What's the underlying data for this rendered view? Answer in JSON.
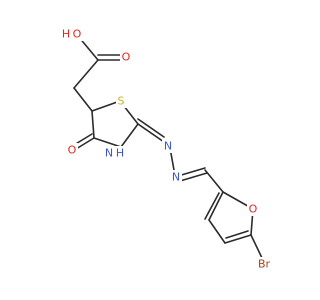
{
  "diagram": {
    "atoms": {
      "o_hydroxyl": {
        "text": "O",
        "color": "#e8251e"
      },
      "h_hydroxyl": {
        "text": "H",
        "color": "#e8251e"
      },
      "o_carboxyl": {
        "text": "O",
        "color": "#e8251e"
      },
      "s_ring": {
        "text": "S",
        "color": "#c7b62c"
      },
      "o_keto": {
        "text": "O",
        "color": "#e8251e"
      },
      "n_ring": {
        "text": "N",
        "color": "#3a55d6"
      },
      "h_ring": {
        "text": "H",
        "color": "#3a55d6"
      },
      "n_imine": {
        "text": "N",
        "color": "#3a55d6"
      },
      "n_hydrazone": {
        "text": "N",
        "color": "#3a55d6"
      },
      "o_furan": {
        "text": "O",
        "color": "#e8251e"
      },
      "br": {
        "text": "Br",
        "color": "#a5441f"
      }
    }
  }
}
